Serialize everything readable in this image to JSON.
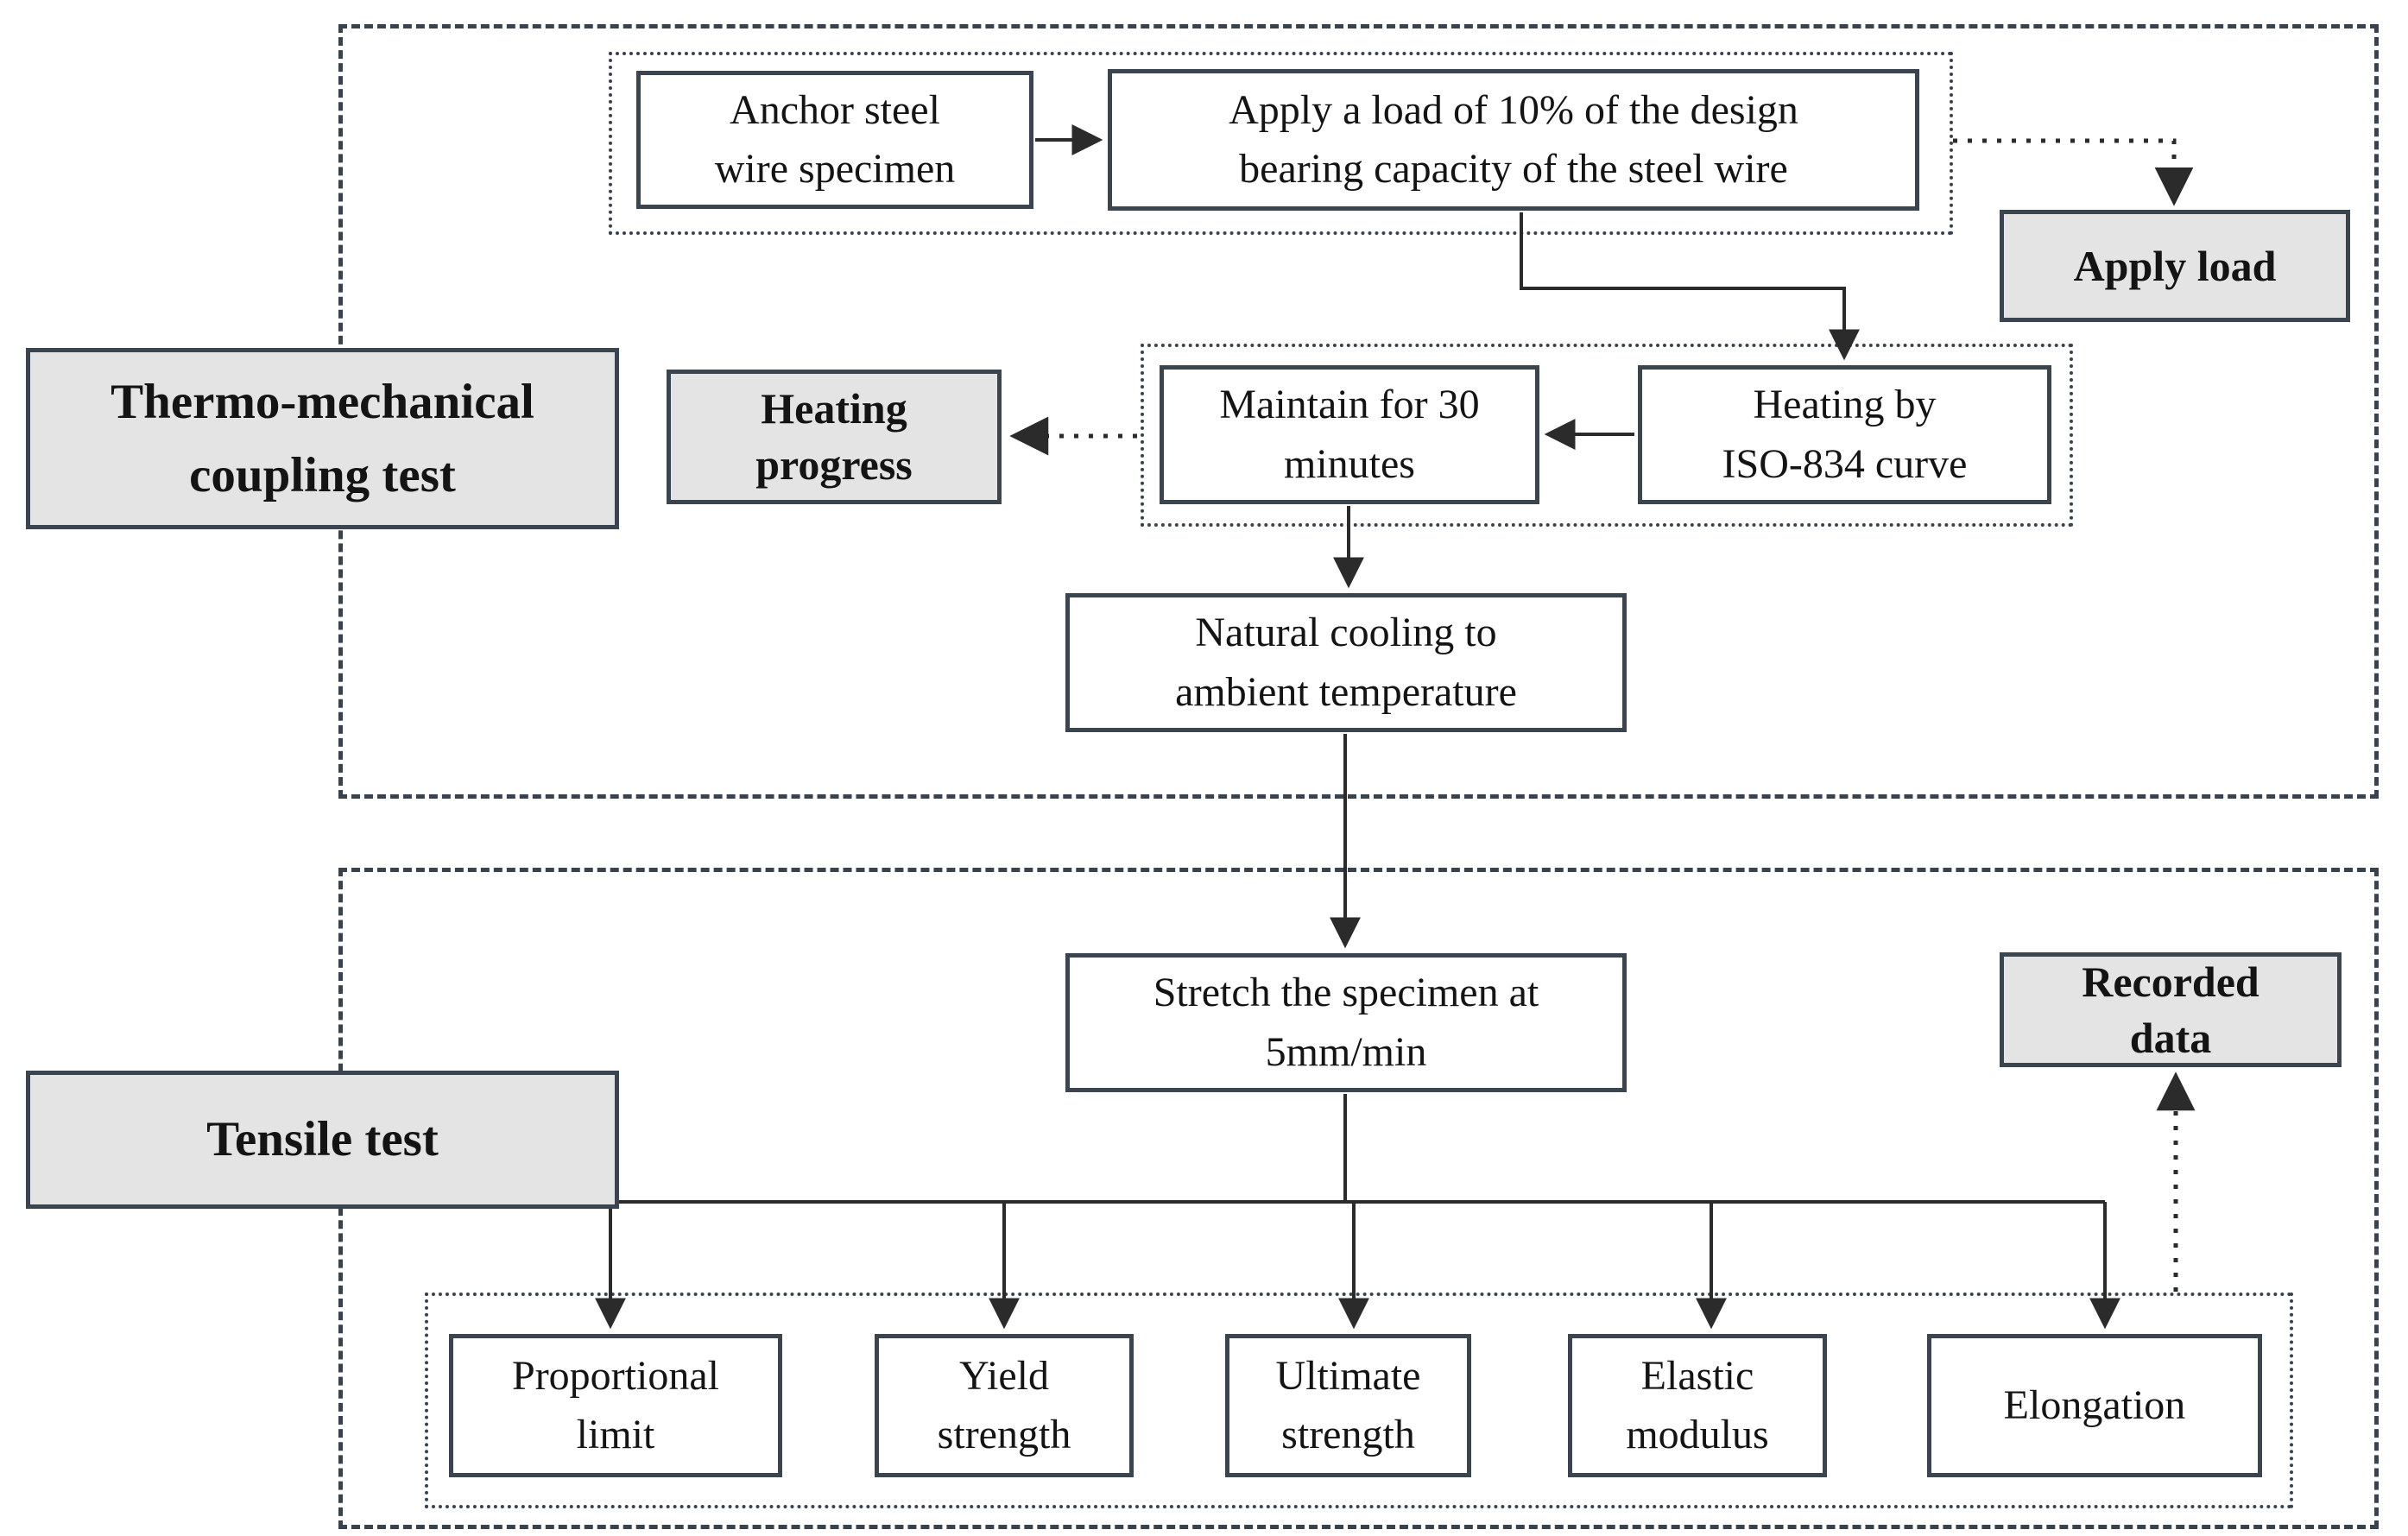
{
  "palette": {
    "box_border": "#3b4550",
    "container_border": "#39434e",
    "gray_fill": "#e4e4e4",
    "white_fill": "#ffffff",
    "line_color": "#2b2b2b",
    "text_color": "#141414"
  },
  "sections": [
    {
      "label": "Thermo-mechanical\ncoupling test"
    },
    {
      "label": "Tensile test"
    }
  ],
  "nodes": {
    "anchor_specimen": "Anchor steel\nwire specimen",
    "apply_load_10": "Apply a load of 10% of the design\nbearing capacity of the steel wire",
    "apply_load_tag": "Apply load",
    "heating_iso": "Heating by\nISO-834 curve",
    "maintain_30": "Maintain for 30\nminutes",
    "heating_progress_tag": "Heating\nprogress",
    "natural_cooling": "Natural cooling to\nambient temperature",
    "stretch_specimen": "Stretch the specimen at\n5mm/min",
    "recorded_data_tag": "Recorded\ndata"
  },
  "results": [
    {
      "label": "Proportional\nlimit"
    },
    {
      "label": "Yield\nstrength"
    },
    {
      "label": "Ultimate\nstrength"
    },
    {
      "label": "Elastic\nmodulus"
    },
    {
      "label": "Elongation"
    }
  ],
  "edges": [
    {
      "from": "anchor_specimen",
      "to": "apply_load_10",
      "style": "solid"
    },
    {
      "from": "apply_load_10",
      "to": "heating_iso",
      "style": "solid-elbow"
    },
    {
      "from": "load_group",
      "to": "apply_load_tag",
      "style": "dotted"
    },
    {
      "from": "heating_iso",
      "to": "maintain_30",
      "style": "solid"
    },
    {
      "from": "heating_group",
      "to": "heating_progress_tag",
      "style": "dotted"
    },
    {
      "from": "maintain_30",
      "to": "natural_cooling",
      "style": "solid"
    },
    {
      "from": "natural_cooling",
      "to": "stretch_specimen",
      "style": "solid"
    },
    {
      "from": "stretch_specimen",
      "to": "results",
      "style": "solid-branch"
    },
    {
      "from": "results_group",
      "to": "recorded_data_tag",
      "style": "dotted"
    }
  ]
}
